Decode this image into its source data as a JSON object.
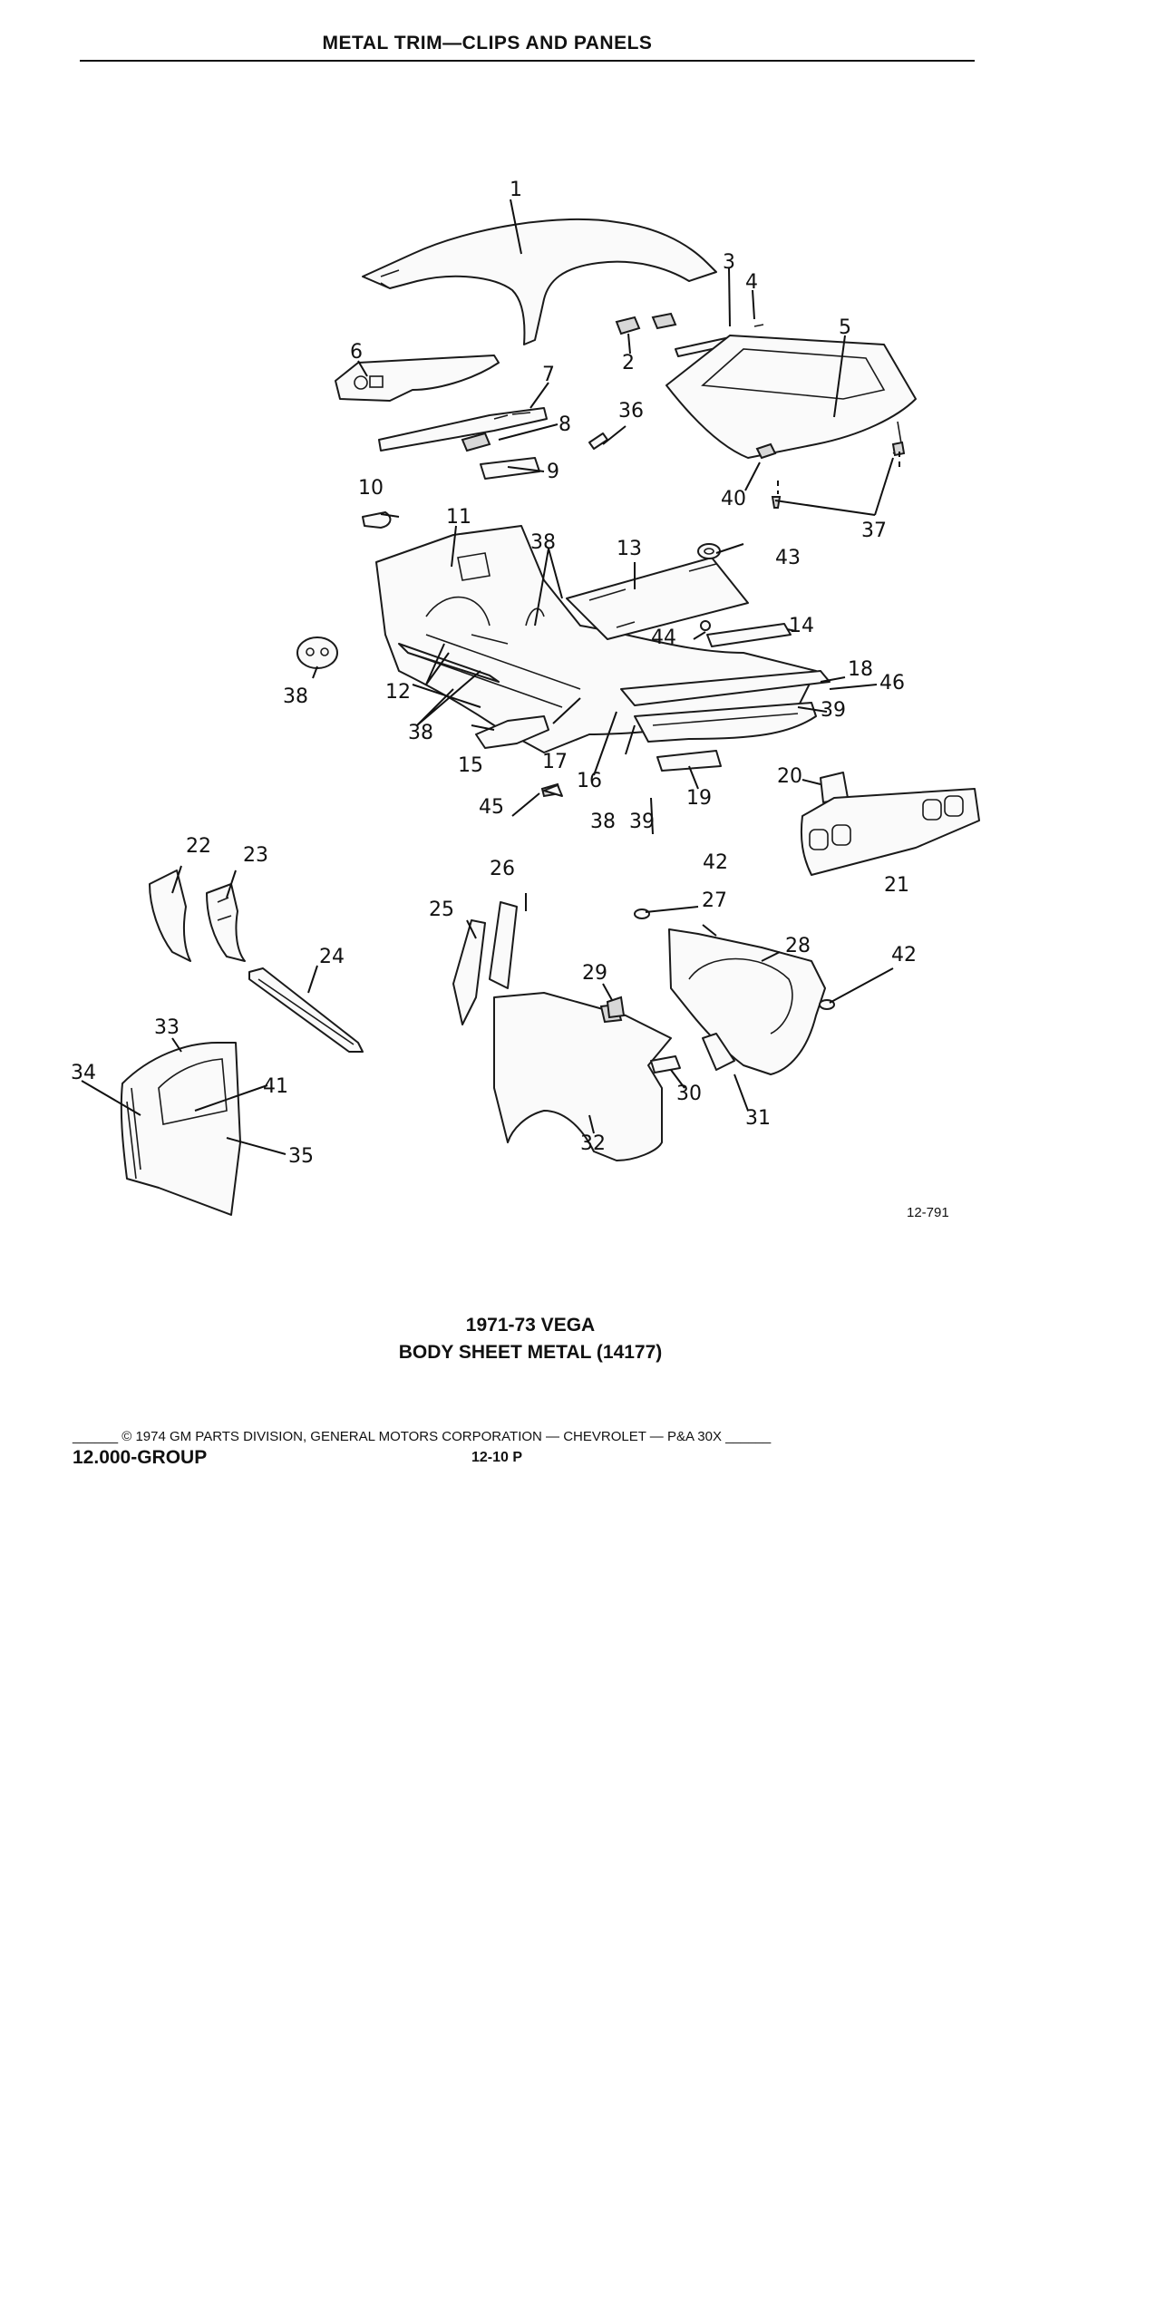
{
  "header": {
    "title": "METAL TRIM—CLIPS AND PANELS"
  },
  "diagram": {
    "callouts": [
      "1",
      "2",
      "3",
      "4",
      "5",
      "6",
      "7",
      "8",
      "9",
      "10",
      "11",
      "12",
      "13",
      "14",
      "15",
      "16",
      "17",
      "18",
      "19",
      "20",
      "21",
      "22",
      "23",
      "24",
      "25",
      "26",
      "27",
      "28",
      "29",
      "30",
      "31",
      "32",
      "33",
      "34",
      "35",
      "36",
      "37",
      "38",
      "39",
      "40",
      "41",
      "42",
      "43",
      "44",
      "45",
      "46"
    ],
    "figure_code": "12-791"
  },
  "caption": {
    "year": "1971-73 VEGA",
    "title": "BODY SHEET METAL (14177)"
  },
  "footer": {
    "copyright": "______ © 1974 GM PARTS DIVISION, GENERAL MOTORS CORPORATION — CHEVROLET — P&A 30X ______",
    "group": "12.000-GROUP",
    "page": "12-10  P"
  }
}
